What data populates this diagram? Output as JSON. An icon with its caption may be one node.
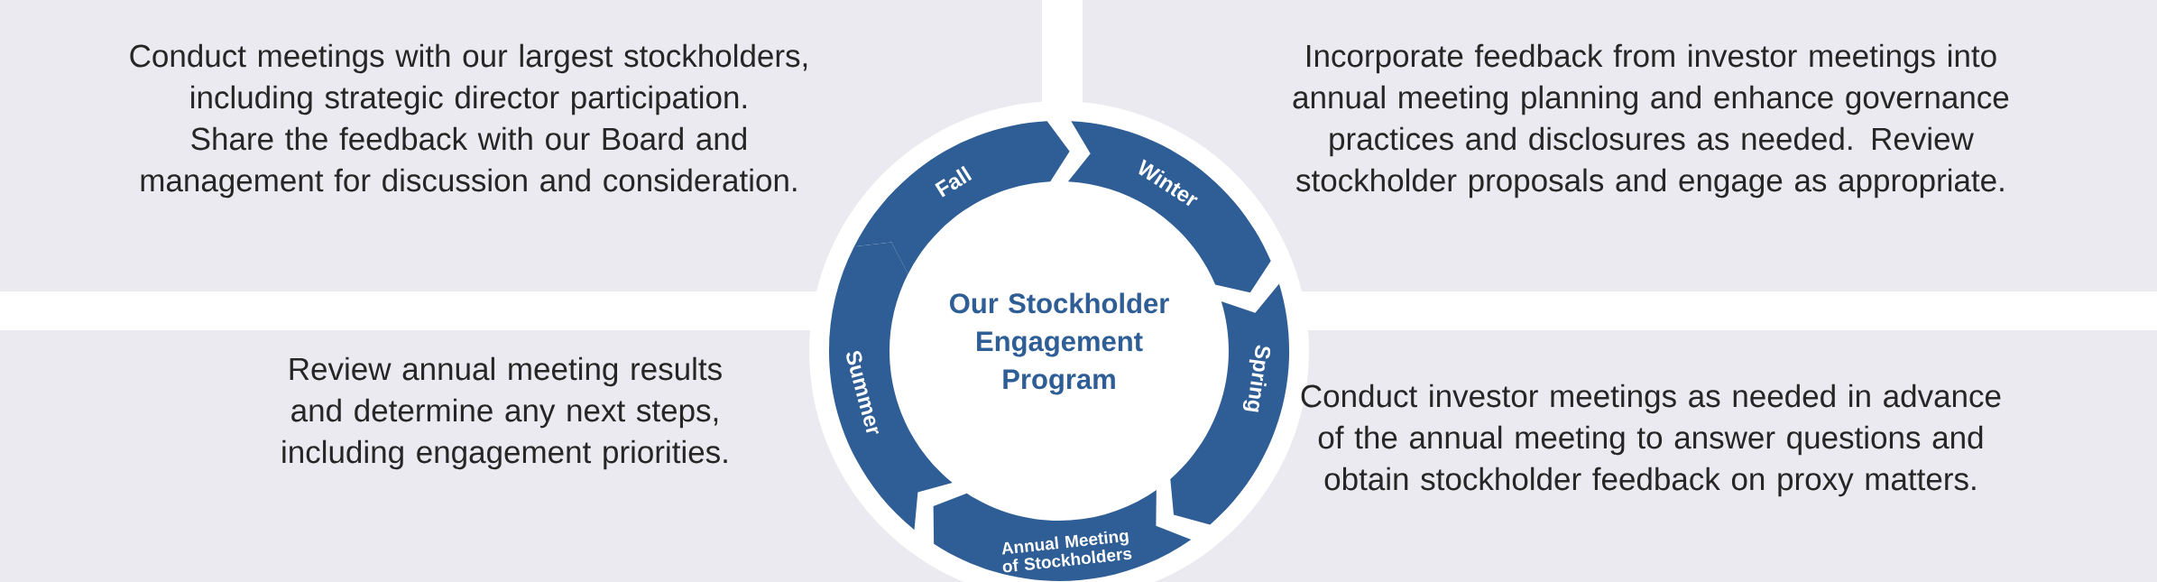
{
  "diagram": {
    "nodes": [
      {
        "text": [
          "Conduct meetings with our largest stockholders, including strategic director participation. Share the feedback with our Board and management for discussion and consideration."
        ]
      },
      {
        "text": [
          "Incorporate feedback from investor meetings into annual meeting planning and enhance governance practices and disclosures as needed. Review stockholder proposals and engage as appropriate."
        ]
      },
      {
        "text": [
          "Review annual meeting results and determine any next steps, including engagement priorities."
        ]
      },
      {
        "text": [
          "Conduct investor meetings as needed in advance of the annual meeting to answer questions and obtain stockholder feedback on proxy matters."
        ]
      },
      {
        "text": [
          "Our Stockholder Engagement Program"
        ]
      },
      {
        "text": [
          "Fall"
        ]
      },
      {
        "text": [
          "Winter"
        ]
      },
      {
        "text": [
          "Spring"
        ]
      },
      {
        "text": [
          "Annual Meeting of Stockholders"
        ]
      },
      {
        "text": [
          "Summer"
        ]
      }
    ]
  }
}
